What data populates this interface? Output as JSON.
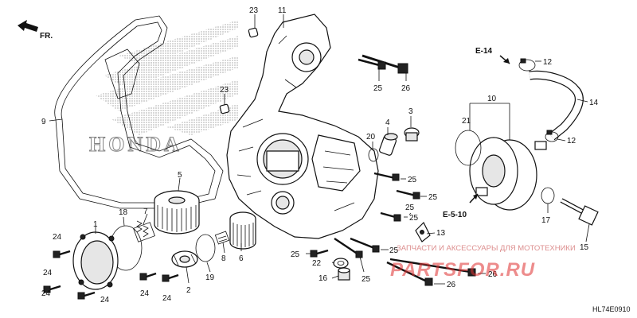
{
  "direction_label": "FR.",
  "diagram_code": "HL74E0910",
  "watermark": {
    "tagline": "ЗАПЧАСТИ И АКСЕССУАРЫ ДЛЯ МОТОТЕХНИКИ",
    "brand": "PARTSFOR.RU"
  },
  "logo_text": "HONDA",
  "refs": [
    "E-14",
    "E-5-10"
  ],
  "callouts": [
    "1",
    "2",
    "3",
    "4",
    "5",
    "6",
    "7",
    "8",
    "9",
    "10",
    "11",
    "12",
    "12",
    "13",
    "14",
    "15",
    "16",
    "17",
    "18",
    "19",
    "20",
    "21",
    "22",
    "23",
    "23",
    "24",
    "24",
    "24",
    "24",
    "24",
    "24",
    "25",
    "25",
    "25",
    "25",
    "25",
    "25",
    "25",
    "25",
    "26",
    "26",
    "26"
  ]
}
